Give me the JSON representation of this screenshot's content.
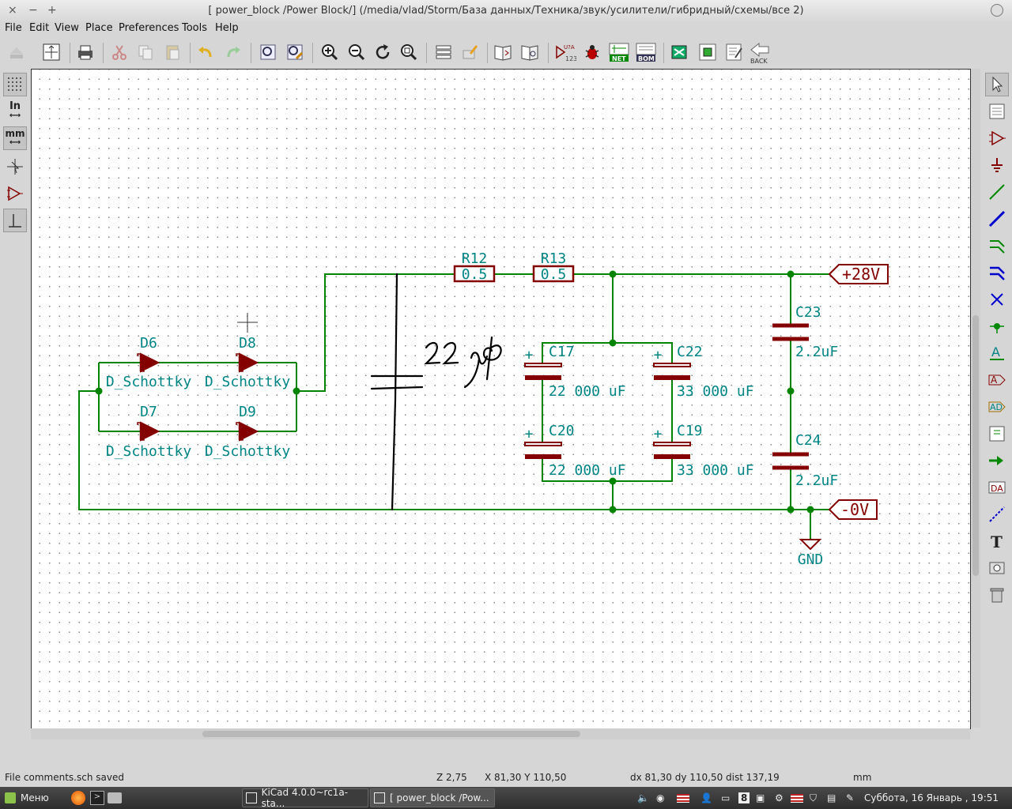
{
  "window": {
    "title": "[ power_block /Power Block/] (/media/vlad/Storm/База данных/Техника/звук/усилители/гибридный/схемы/все 2)",
    "close": "×",
    "minimize": "−",
    "maximize": "+"
  },
  "menu": [
    "File",
    "Edit",
    "View",
    "Place",
    "Preferences",
    "Tools",
    "Help"
  ],
  "left_toolbar": {
    "units_in": "In",
    "units_mm": "mm"
  },
  "toolbar": {
    "back_label": "BACK",
    "net_label": "NET",
    "bom_label": "BOM",
    "annotate_top": "U?A",
    "annotate_bottom": "123"
  },
  "schematic": {
    "resistors": [
      {
        "ref": "R12",
        "value": "0.5"
      },
      {
        "ref": "R13",
        "value": "0.5"
      }
    ],
    "diodes": [
      {
        "ref": "D6",
        "value": "D_Schottky"
      },
      {
        "ref": "D8",
        "value": "D_Schottky"
      },
      {
        "ref": "D7",
        "value": "D_Schottky"
      },
      {
        "ref": "D9",
        "value": "D_Schottky"
      }
    ],
    "capacitors": [
      {
        "ref": "C17",
        "value": "22 000 uF"
      },
      {
        "ref": "C22",
        "value": "33 000 uF"
      },
      {
        "ref": "C20",
        "value": "22 000 uF"
      },
      {
        "ref": "C19",
        "value": "33 000 uF"
      },
      {
        "ref": "C23",
        "value": "2.2uF"
      },
      {
        "ref": "C24",
        "value": "2.2uF"
      }
    ],
    "polarity": "+",
    "labels": {
      "pos": "+28V",
      "neg": "-0V",
      "gnd": "GND"
    },
    "wire_color": "#008400",
    "component_color": "#840000",
    "text_color": "#008484"
  },
  "status": {
    "message": "File comments.sch saved",
    "zoom": "Z 2,75",
    "coords": "X 81,30  Y 110,50",
    "delta": "dx 81,30  dy 110,50  dist 137,19",
    "units": "mm"
  },
  "taskbar": {
    "menu": "Меню",
    "task1": "KiCad 4.0.0~rc1a-sta...",
    "task2": "[ power_block /Pow...",
    "keyboard": "8",
    "clock": "Суббота, 16 Январь , 19:51"
  }
}
